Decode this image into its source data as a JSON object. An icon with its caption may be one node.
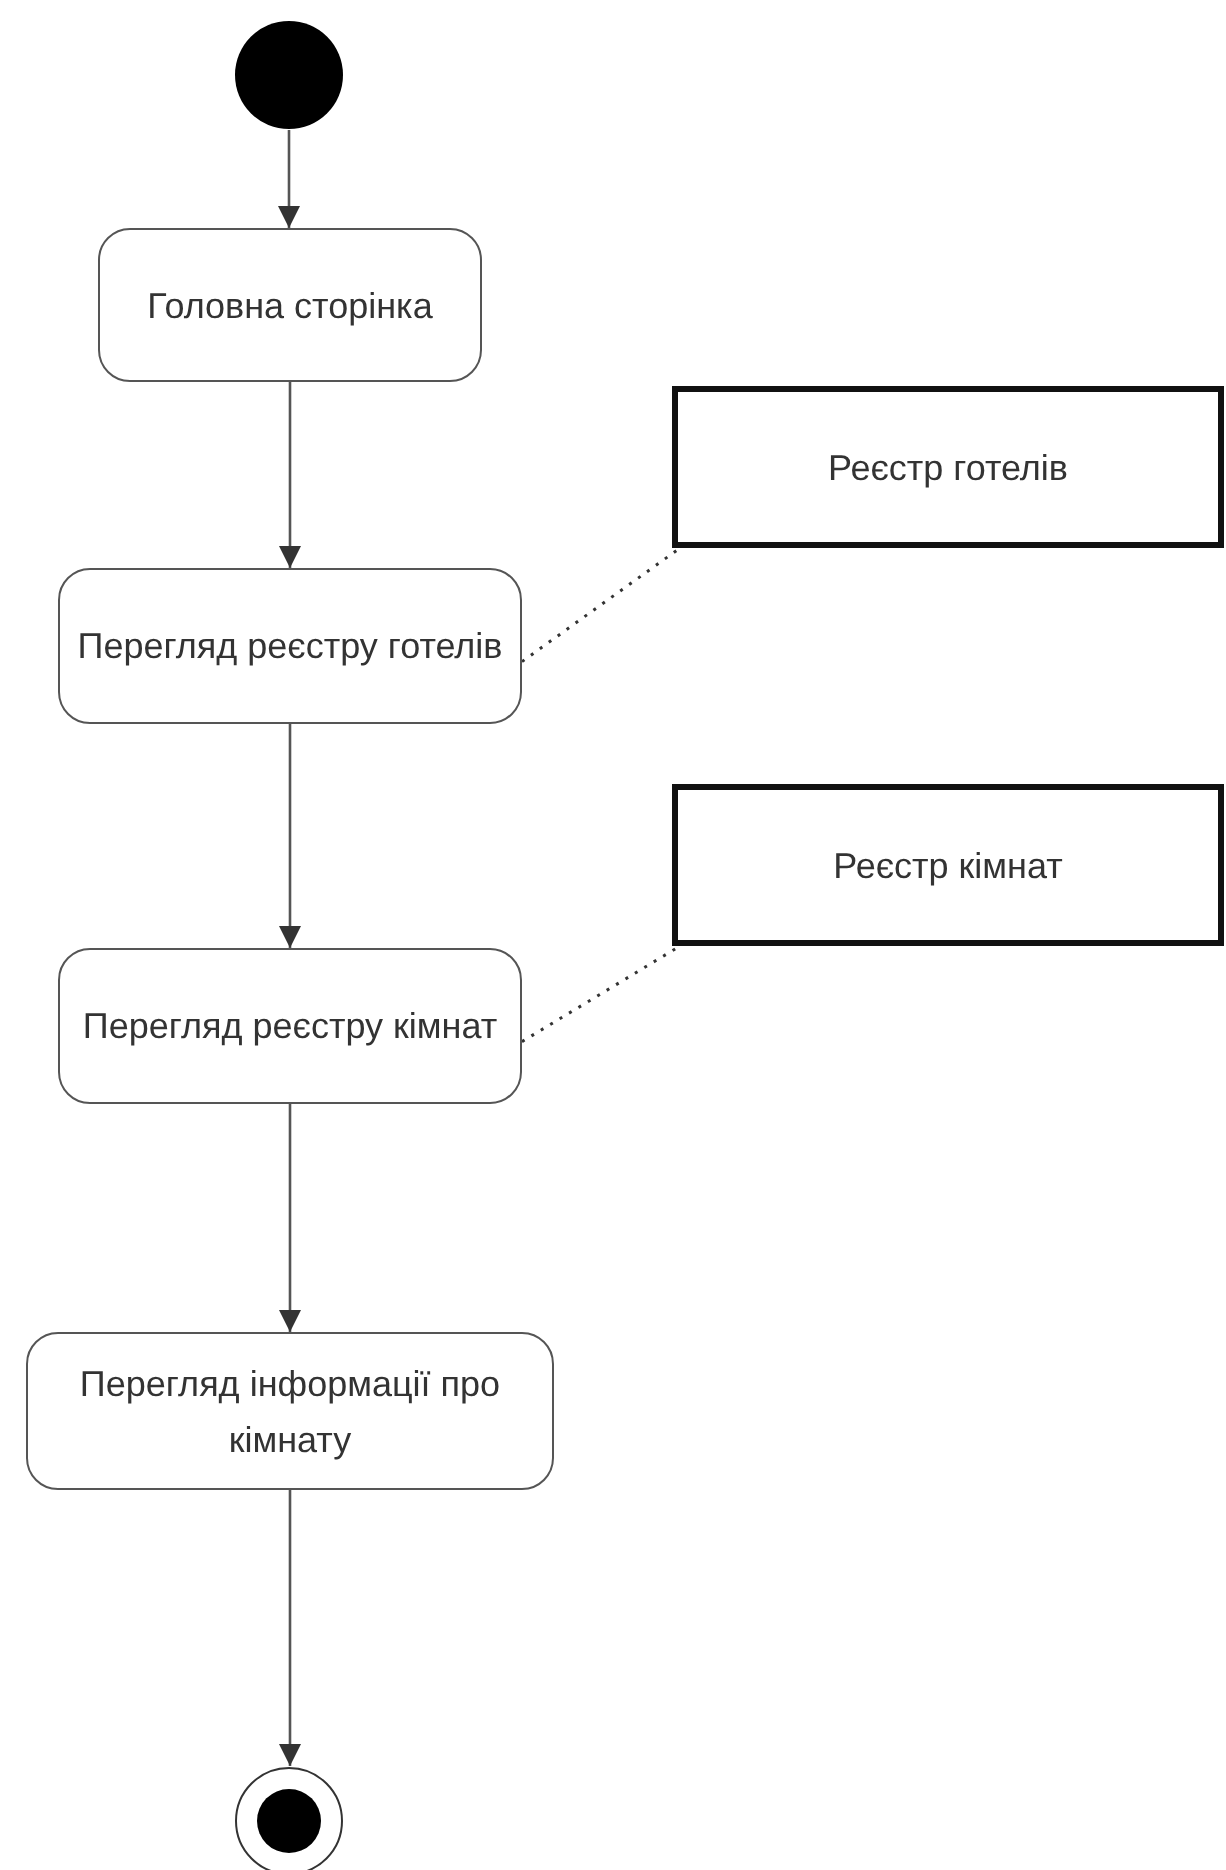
{
  "diagram": {
    "nodes": [
      {
        "text": [],
        "shape": "circle"
      },
      {
        "text": [
          "Головна сторінка"
        ]
      },
      {
        "text": [
          "Реєстр готелів"
        ]
      },
      {
        "text": [
          "Перегляд реєстру готелів"
        ]
      },
      {
        "text": [
          "Реєстр кімнат"
        ]
      },
      {
        "text": [
          "Перегляд реєстру кімнат"
        ]
      },
      {
        "text": [
          "Перегляд інформації про кімнату"
        ]
      },
      {
        "text": [],
        "shape": "bullseye"
      }
    ],
    "edges": [
      {
        "from": 0,
        "to": 1,
        "arrow": "to"
      },
      {
        "from": 1,
        "to": 3,
        "arrow": "to"
      },
      {
        "from": 3,
        "to": 2,
        "arrow": "none",
        "style": "dashed"
      },
      {
        "from": 3,
        "to": 5,
        "arrow": "to"
      },
      {
        "from": 5,
        "to": 4,
        "arrow": "none",
        "style": "dashed"
      },
      {
        "from": 5,
        "to": 6,
        "arrow": "to"
      },
      {
        "from": 6,
        "to": 7,
        "arrow": "to"
      }
    ]
  }
}
